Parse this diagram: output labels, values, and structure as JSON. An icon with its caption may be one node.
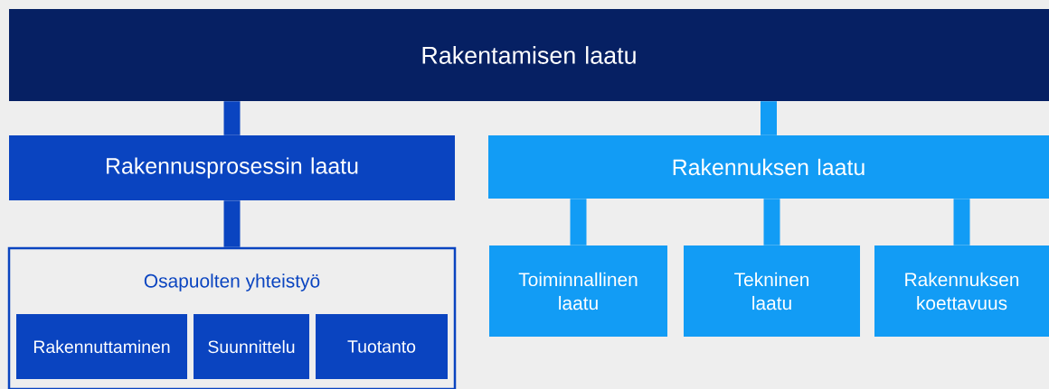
{
  "diagram": {
    "nodes": [
      {
        "text": [
          "Rakentamisen laatu"
        ]
      },
      {
        "text": [
          "Rakennusprosessin laatu"
        ]
      },
      {
        "text": [
          "Rakennuksen laatu"
        ]
      },
      {
        "text": [
          "Osapuolten yhteistyö"
        ]
      },
      {
        "text": [
          "Rakennuttaminen"
        ],
        "in": 3
      },
      {
        "text": [
          "Suunnittelu"
        ],
        "in": 3
      },
      {
        "text": [
          "Tuotanto"
        ],
        "in": 3
      },
      {
        "text": [
          "Toiminnallinen laatu"
        ]
      },
      {
        "text": [
          "Tekninen laatu"
        ]
      },
      {
        "text": [
          "Rakennuksen koettavuus"
        ]
      }
    ],
    "edges": [
      {
        "from": 0,
        "to": 1,
        "arrow": "none",
        "color": "#0a44c0"
      },
      {
        "from": 0,
        "to": 2,
        "arrow": "none"
      },
      {
        "from": 1,
        "to": 3,
        "arrow": "none",
        "color": "#0a44c0"
      },
      {
        "from": 2,
        "to": 7,
        "arrow": "none"
      },
      {
        "from": 2,
        "to": 8,
        "arrow": "none"
      },
      {
        "from": 2,
        "to": 9,
        "arrow": "none"
      }
    ]
  }
}
